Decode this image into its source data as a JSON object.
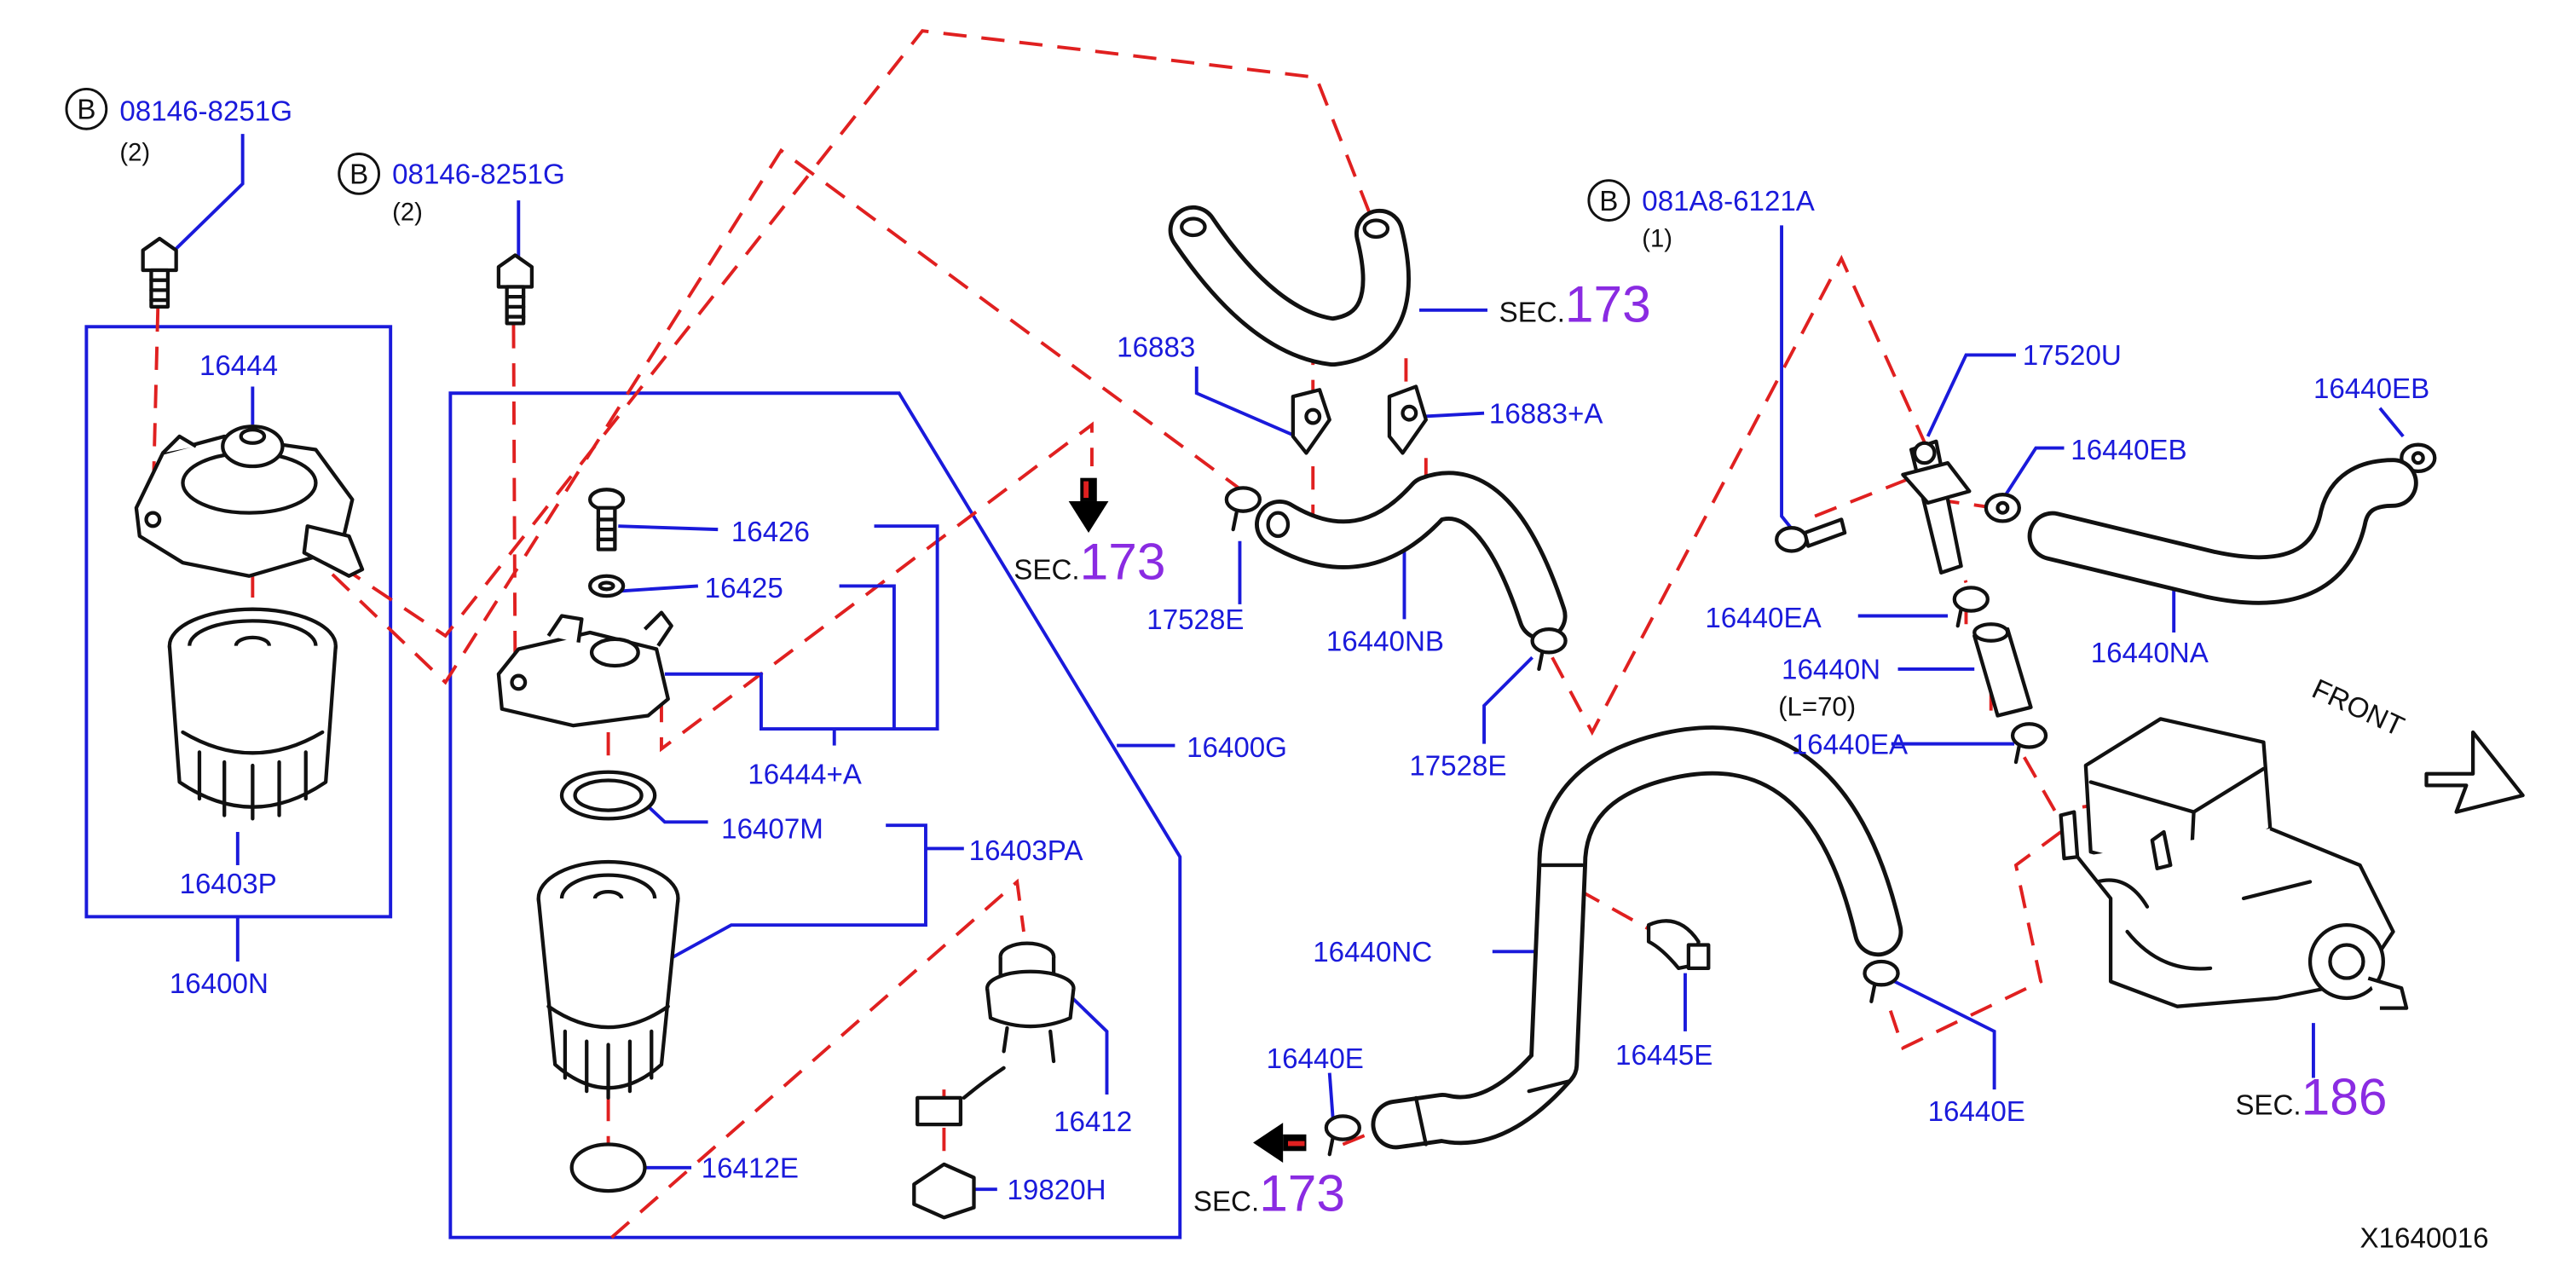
{
  "labels": {
    "bolt_a_code": "08146-8251G",
    "bolt_a_qty": "(2)",
    "bolt_b_code": "08146-8251G",
    "bolt_b_qty": "(2)",
    "bolt_c_code": "081A8-6121A",
    "bolt_c_qty": "(1)",
    "b_marker": "B",
    "p16444": "16444",
    "p16403P": "16403P",
    "p16400N": "16400N",
    "p16426": "16426",
    "p16425": "16425",
    "p16444A": "16444+A",
    "p16407M": "16407M",
    "p16403PA": "16403PA",
    "p16400G": "16400G",
    "p16412": "16412",
    "p16412E": "16412E",
    "p19820H": "19820H",
    "p16883": "16883",
    "p16883A": "16883+A",
    "p17528E_a": "17528E",
    "p17528E_b": "17528E",
    "p16440NB": "16440NB",
    "p17520U": "17520U",
    "p16440EB_a": "16440EB",
    "p16440EB_b": "16440EB",
    "p16440EA_a": "16440EA",
    "p16440N": "16440N",
    "p16440N_len": "(L=70)",
    "p16440EA_b": "16440EA",
    "p16440NA": "16440NA",
    "p16440NC": "16440NC",
    "p16445E": "16445E",
    "p16440E_a": "16440E",
    "p16440E_b": "16440E",
    "front": "FRONT",
    "diagram_id": "X1640016"
  },
  "sec_refs": [
    {
      "prefix": "SEC.",
      "num": "173"
    },
    {
      "prefix": "SEC.",
      "num": "173"
    },
    {
      "prefix": "SEC.",
      "num": "173"
    },
    {
      "prefix": "SEC.",
      "num": "186"
    }
  ],
  "colors": {
    "label": "#1a1adb",
    "leader": "#1a1adb",
    "dashed_guide": "#e02020",
    "section_number": "#8a2be2",
    "arrow": "#000000",
    "outline": "#111111"
  }
}
